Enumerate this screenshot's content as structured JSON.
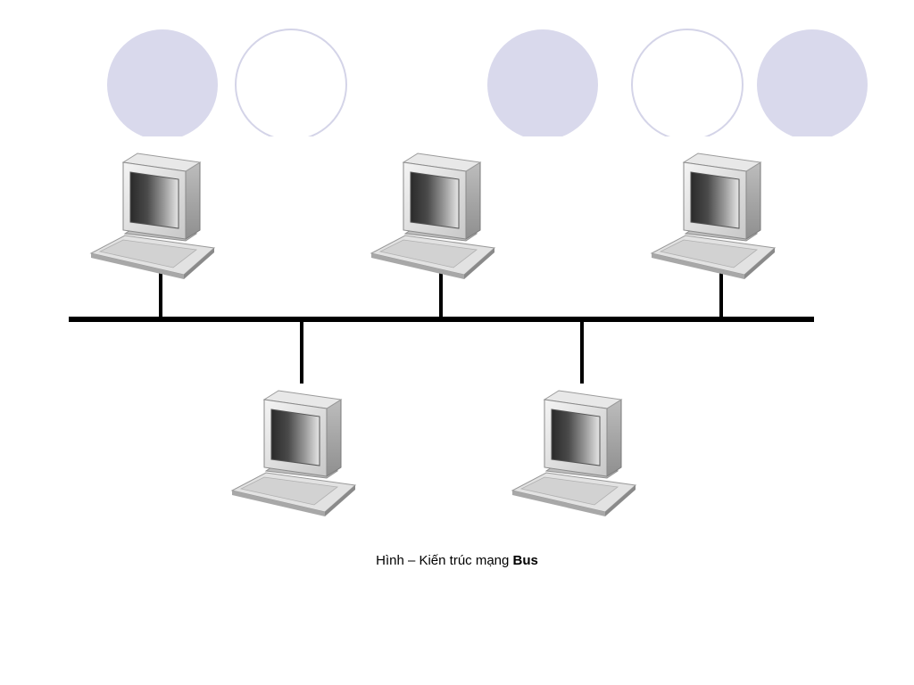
{
  "slide": {
    "caption": {
      "prefix": "Hình   – Kiến trúc mạng ",
      "bold": "Bus"
    }
  },
  "decor": {
    "circles": [
      {
        "style": "filled"
      },
      {
        "style": "outline"
      },
      {
        "style": "filled"
      },
      {
        "style": "outline"
      },
      {
        "style": "filled"
      }
    ],
    "fill_color": "#d9d9ec",
    "outline_color": "#d4d4e8"
  },
  "network": {
    "type": "bus",
    "bus_color": "#000000",
    "computers": [
      {
        "name": "computer-1",
        "side": "top"
      },
      {
        "name": "computer-2",
        "side": "top"
      },
      {
        "name": "computer-3",
        "side": "top"
      },
      {
        "name": "computer-4",
        "side": "bottom"
      },
      {
        "name": "computer-5",
        "side": "bottom"
      }
    ]
  }
}
